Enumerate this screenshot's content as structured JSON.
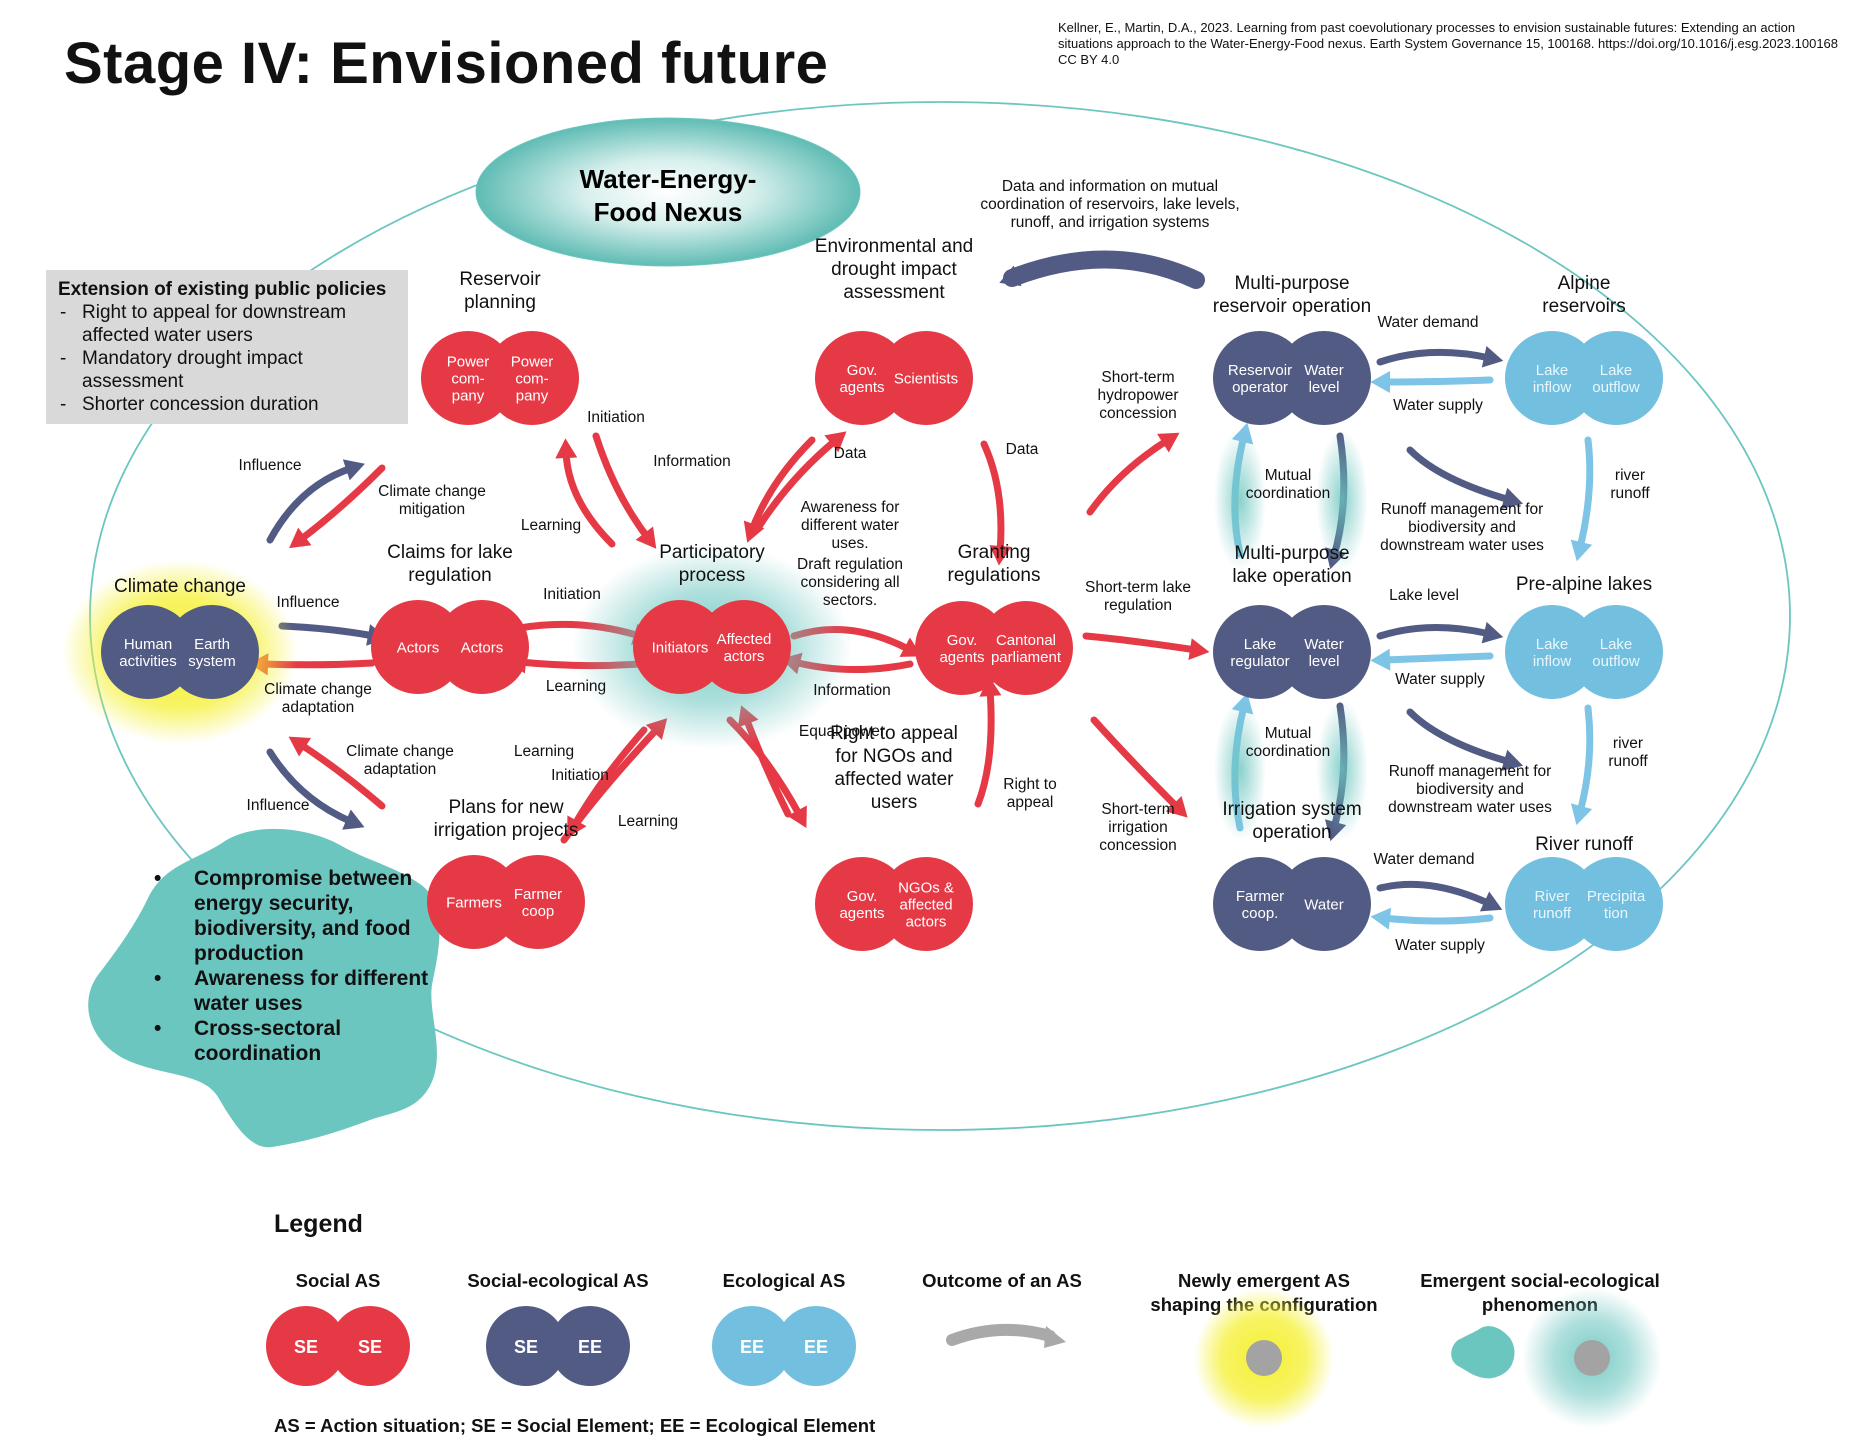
{
  "title": "Stage IV: Envisioned future",
  "citation": "Kellner, E., Martin, D.A., 2023. Learning from past coevolutionary processes to envision sustainable futures: Extending an action situations approach to the Water-Energy-Food nexus. Earth System Governance 15, 100168. https://doi.org/10.1016/j.esg.2023.100168 CC BY 4.0",
  "nexus": [
    "Water-Energy-",
    "Food Nexus"
  ],
  "policies": {
    "heading": "Extension of existing public policies",
    "items": [
      "Right to appeal for downstream affected water users",
      "Mandatory drought impact assessment",
      "Shorter concession duration"
    ]
  },
  "blob_items": [
    "Compromise between energy security, biodiversity, and food production",
    "Awareness for different water uses",
    "Cross-sectoral coordination"
  ],
  "colors": {
    "social": "#e63946",
    "social_ecological": "#525b83",
    "ecological": "#72bfe0",
    "emergent_teal": "#6cc6c0",
    "yellow_glow": "#f5f032",
    "outcome_grey": "#a9a9a9",
    "arrow_blue_light": "#7ec4e6"
  },
  "nodes": [
    {
      "id": "climate",
      "type": "se_eco",
      "title": [
        "Climate change"
      ],
      "left": [
        "Human",
        "activities"
      ],
      "right": [
        "Earth",
        "system"
      ],
      "glow": "yellow"
    },
    {
      "id": "reservoir_planning",
      "type": "social",
      "title": [
        "Reservoir",
        "planning"
      ],
      "left": [
        "Power",
        "com-",
        "pany"
      ],
      "right": [
        "Power",
        "com-",
        "pany"
      ]
    },
    {
      "id": "claims",
      "type": "social",
      "title": [
        "Claims for lake",
        "regulation"
      ],
      "left": [
        "Actors"
      ],
      "right": [
        "Actors"
      ]
    },
    {
      "id": "plans",
      "type": "social",
      "title": [
        "Plans for new",
        "irrigation projects"
      ],
      "left": [
        "Farmers"
      ],
      "right": [
        "Farmer",
        "coop"
      ]
    },
    {
      "id": "participatory",
      "type": "social",
      "title": [
        "Participatory",
        "process"
      ],
      "left": [
        "Initiators"
      ],
      "right": [
        "Affected",
        "actors"
      ],
      "glow": "teal"
    },
    {
      "id": "env_assessment",
      "type": "social",
      "title": [
        "Environmental and",
        "drought impact",
        "assessment"
      ],
      "left": [
        "Gov.",
        "agents"
      ],
      "right": [
        "Scientists"
      ]
    },
    {
      "id": "granting",
      "type": "social",
      "title": [
        "Granting",
        "regulations"
      ],
      "left": [
        "Gov.",
        "agents"
      ],
      "right": [
        "Cantonal",
        "parliament"
      ]
    },
    {
      "id": "right_appeal",
      "type": "social",
      "title": [
        "Right to appeal",
        "for NGOs and",
        "affected water",
        "users"
      ],
      "left": [
        "Gov.",
        "agents"
      ],
      "right": [
        "NGOs &",
        "affected",
        "actors"
      ]
    },
    {
      "id": "reservoir_op",
      "type": "se_eco",
      "title": [
        "Multi-purpose",
        "reservoir operation"
      ],
      "left": [
        "Reservoir",
        "operator"
      ],
      "right": [
        "Water",
        "level"
      ]
    },
    {
      "id": "lake_op",
      "type": "se_eco",
      "title": [
        "Multi-purpose",
        "lake operation"
      ],
      "left": [
        "Lake",
        "regulator"
      ],
      "right": [
        "Water",
        "level"
      ]
    },
    {
      "id": "irrigation_op",
      "type": "se_eco",
      "title": [
        "Irrigation system",
        "operation"
      ],
      "left": [
        "Farmer",
        "coop."
      ],
      "right": [
        "Water"
      ]
    },
    {
      "id": "alpine",
      "type": "eco",
      "title": [
        "Alpine",
        "reservoirs"
      ],
      "left": [
        "Lake",
        "inflow"
      ],
      "right": [
        "Lake",
        "outflow"
      ]
    },
    {
      "id": "prealpine",
      "type": "eco",
      "title": [
        "Pre-alpine lakes"
      ],
      "left": [
        "Lake",
        "inflow"
      ],
      "right": [
        "Lake",
        "outflow"
      ]
    },
    {
      "id": "river",
      "type": "eco",
      "title": [
        "River runoff"
      ],
      "left": [
        "River",
        "runoff"
      ],
      "right": [
        "Precipita",
        "tion"
      ]
    }
  ],
  "arrow_labels": [
    "Data and information on mutual",
    "coordination of reservoirs, lake levels,",
    "runoff, and irrigation systems",
    "Influence",
    "Climate change",
    "mitigation",
    "Influence",
    "Climate change",
    "adaptation",
    "Climate change",
    "adaptation",
    "Influence",
    "Initiation",
    "Learning",
    "Information",
    "Data",
    "Initiation",
    "Learning",
    "Awareness for",
    "different water",
    "uses.",
    "Draft regulation",
    "considering all",
    "sectors.",
    "Information",
    "Learning",
    "Initiation",
    "Learning",
    "Equal power",
    "Data",
    "Right to",
    "appeal",
    "Short-term",
    "hydropower",
    "concession",
    "Short-term lake",
    "regulation",
    "Short-term",
    "irrigation",
    "concession",
    "Water demand",
    "Water supply",
    "Mutual",
    "coordination",
    "Runoff management for",
    "biodiversity and",
    "downstream water uses",
    "river",
    "runoff",
    "Lake level",
    "Water supply",
    "Mutual",
    "coordination",
    "Runoff management for",
    "biodiversity and",
    "downstream water uses",
    "river",
    "runoff",
    "Water demand",
    "Water supply"
  ],
  "legend": {
    "heading": "Legend",
    "items": [
      {
        "label": [
          "Social AS"
        ],
        "left": "SE",
        "right": "SE"
      },
      {
        "label": [
          "Social-ecological AS"
        ],
        "left": "SE",
        "right": "EE"
      },
      {
        "label": [
          "Ecological AS"
        ],
        "left": "EE",
        "right": "EE"
      },
      {
        "label": [
          "Outcome of an AS"
        ]
      },
      {
        "label": [
          "Newly emergent AS",
          "shaping the configuration"
        ]
      },
      {
        "label": [
          "Emergent social-ecological",
          "phenomenon"
        ]
      }
    ],
    "footnote": "AS = Action situation; SE = Social Element; EE = Ecological Element"
  }
}
